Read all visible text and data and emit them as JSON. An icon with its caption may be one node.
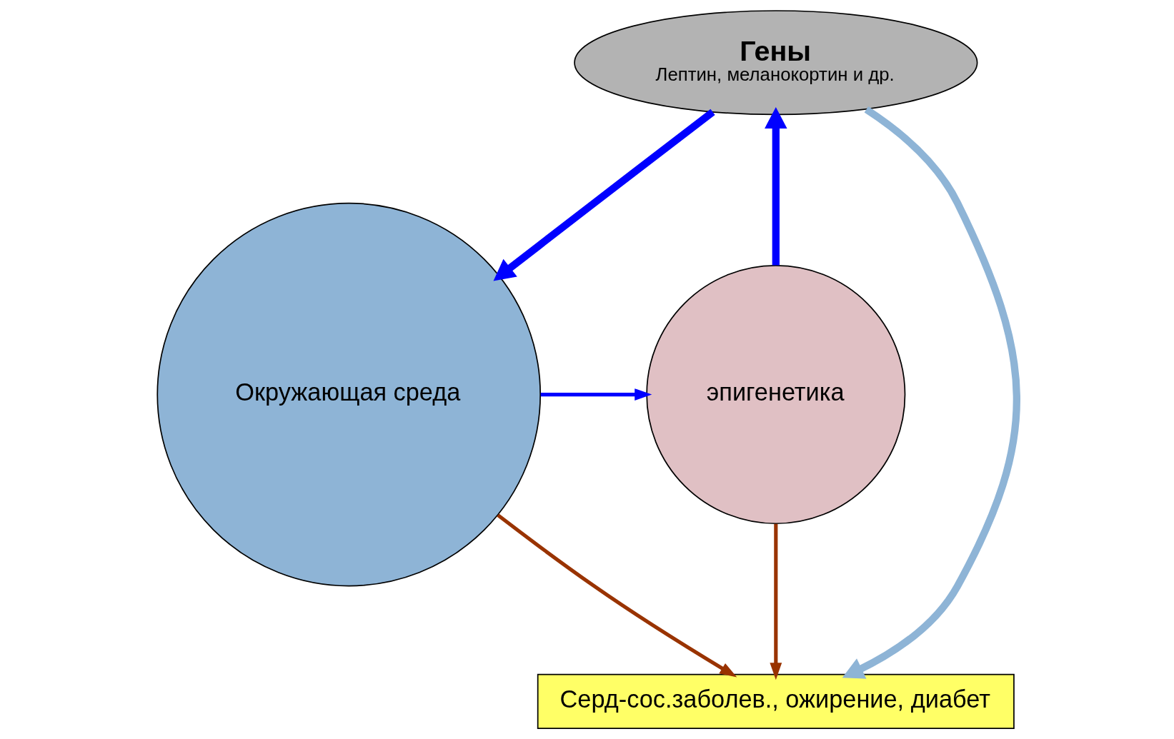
{
  "diagram": {
    "nodes": [
      {
        "text": [
          "Гены",
          "Лептин, меланокортин и др."
        ]
      },
      {
        "text": [
          "Окружающая среда"
        ]
      },
      {
        "text": [
          "Серд-сос.заболев., ожирение, диабет"
        ]
      },
      {
        "text": [
          "эпигенетика"
        ]
      }
    ],
    "edges": [
      {
        "from": 0,
        "to": 1,
        "arrow": "to",
        "style": "thick"
      },
      {
        "from": 0,
        "to": 2,
        "arrow": "to",
        "style": "thick",
        "color": "#8eb4d6"
      },
      {
        "from": 1,
        "to": 2,
        "arrow": "to",
        "color": "#993300"
      },
      {
        "from": 3,
        "to": 2,
        "arrow": "to",
        "color": "#993300"
      },
      {
        "from": 1,
        "to": 3,
        "arrow": "to"
      },
      {
        "from": 3,
        "to": 0,
        "arrow": "to",
        "style": "thick"
      }
    ]
  }
}
